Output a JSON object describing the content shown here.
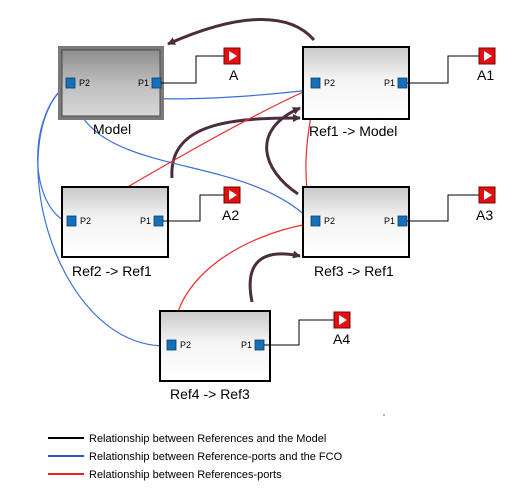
{
  "blocks": [
    {
      "id": "model",
      "label": "Model",
      "port_left": "P2",
      "port_right": "P1",
      "out_label": "A",
      "selected": true
    },
    {
      "id": "ref1",
      "label": "Ref1 -> Model",
      "port_left": "P2",
      "port_right": "P1",
      "out_label": "A1",
      "selected": false
    },
    {
      "id": "ref2",
      "label": "Ref2 -> Ref1",
      "port_left": "P2",
      "port_right": "P1",
      "out_label": "A2",
      "selected": false
    },
    {
      "id": "ref3",
      "label": "Ref3 -> Ref1",
      "port_left": "P2",
      "port_right": "P1",
      "out_label": "A3",
      "selected": false
    },
    {
      "id": "ref4",
      "label": "Ref4 -> Ref3",
      "port_left": "P2",
      "port_right": "P1",
      "out_label": "A4",
      "selected": false
    }
  ],
  "legend": [
    {
      "label": "Relationship between References and the Model",
      "color": "#000000"
    },
    {
      "label": "Relationship between Reference-ports and the FCO",
      "color": "#2a56c6"
    },
    {
      "label": "Relationship between References-ports",
      "color": "#ee2222"
    }
  ],
  "colors": {
    "reference_arrow": "#4a2e3e",
    "port_link": "#3a6fd8",
    "port_ref_link": "#ee2b2b",
    "port": "#1670b8",
    "out_port": "#e01010"
  }
}
